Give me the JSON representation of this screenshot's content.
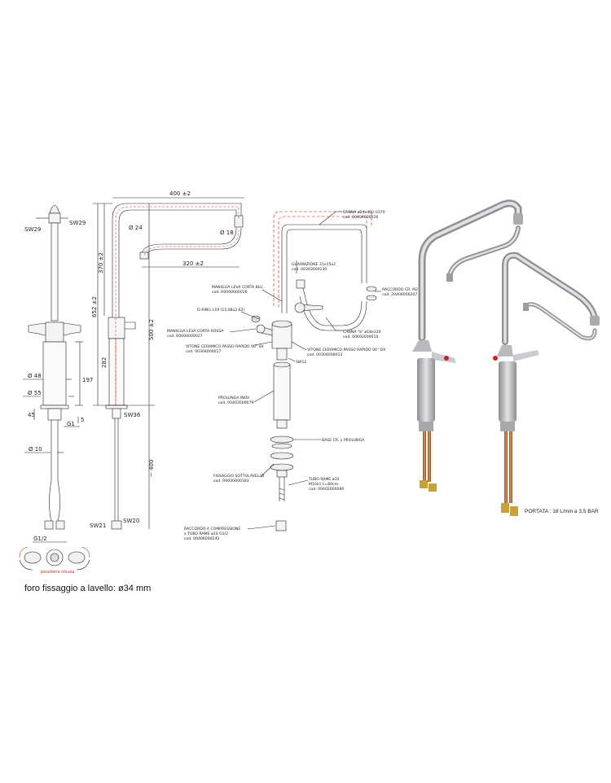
{
  "sheet": {
    "footnote": "foro fissaggio a lavello: ø34 mm",
    "flow_rate": "PORTATA : 18 L/min a 3,5 BAR",
    "closed_position": "posizione chiusa"
  },
  "front_view": {
    "sw29_left": "SW29",
    "sw29_right": "SW29",
    "d48": "Ø 48",
    "d55": "Ø 55",
    "d10": "Ø 10",
    "h197": "197",
    "h45": "45",
    "h5": "5",
    "g1": "G1",
    "g12": "G1/2",
    "sw21": "SW21"
  },
  "side_view": {
    "w400": "400 ±2",
    "d24": "Ø 24",
    "d18": "Ø 18",
    "w320": "320 ±2",
    "h370": "370 ±2",
    "h652": "652 ±2",
    "h500": "500 ±2",
    "h282": "282",
    "h400": "~ 400",
    "sw36": "SW36",
    "sw20": "SW20"
  },
  "exploded": {
    "canna_1": "CANNA ø24x400 H370",
    "canna_1_cod": "cod. 00404000026",
    "guarnizione": "GUARNIZIONE 21x15x2",
    "guarnizione_cod": "cod. 00303000130",
    "raccordo_m22": "RACCORDO CR. M22x1",
    "raccordo_m22_cod": "cod. 20406000207",
    "maniglia_blu": "MANIGLIA LEVA CORTA BLU",
    "maniglia_blu_cod": "cod. R0000000026",
    "oring": "O-RING 119 (15,08x2,62)",
    "canna_s": "CANNA \"S\" ø18x320",
    "canna_s_cod": "cod. 00602000010",
    "maniglia_rossa": "MANIGLIA LEVA CORTA ROSSA",
    "maniglia_rossa_cod": "cod. R0000000027",
    "vitone_sx": "VITONE CERAMICO PASSO RAPIDO 90° SX",
    "vitone_sx_cod": "cod. 00304000017",
    "vitone_dx": "VITONE CERAMICO PASSO RAPIDO 90° DX",
    "vitone_dx_cod": "cod. 00304000013",
    "sw12": "SW12",
    "prolunga": "PROLUNGA INOX",
    "prolunga_cod": "cod. 00403000079",
    "base": "BASE CR. x PROLUNGA",
    "fissaggio": "FISSAGGIO SOTTOLAVELLO",
    "fissaggio_cod": "cod. R0000000183",
    "tubo": "TUBO RAME ø10",
    "tubo_m10": "M10x1 L=60cm",
    "tubo_cod": "cod. 00402000080",
    "raccordo_comp": "RACCORDO A COMPRESSIONE",
    "raccordo_comp_2": "x TUBO RAME ø10 G1/2",
    "raccordo_comp_cod": "cod. 00406000243"
  },
  "colors": {
    "line": "#222222",
    "dimension_red": "#d12020",
    "steel_light": "#d9dadc",
    "steel_mid": "#a9abae",
    "steel_dark": "#6f7276",
    "copper": "#c9743c",
    "brass": "#c9a13a"
  }
}
